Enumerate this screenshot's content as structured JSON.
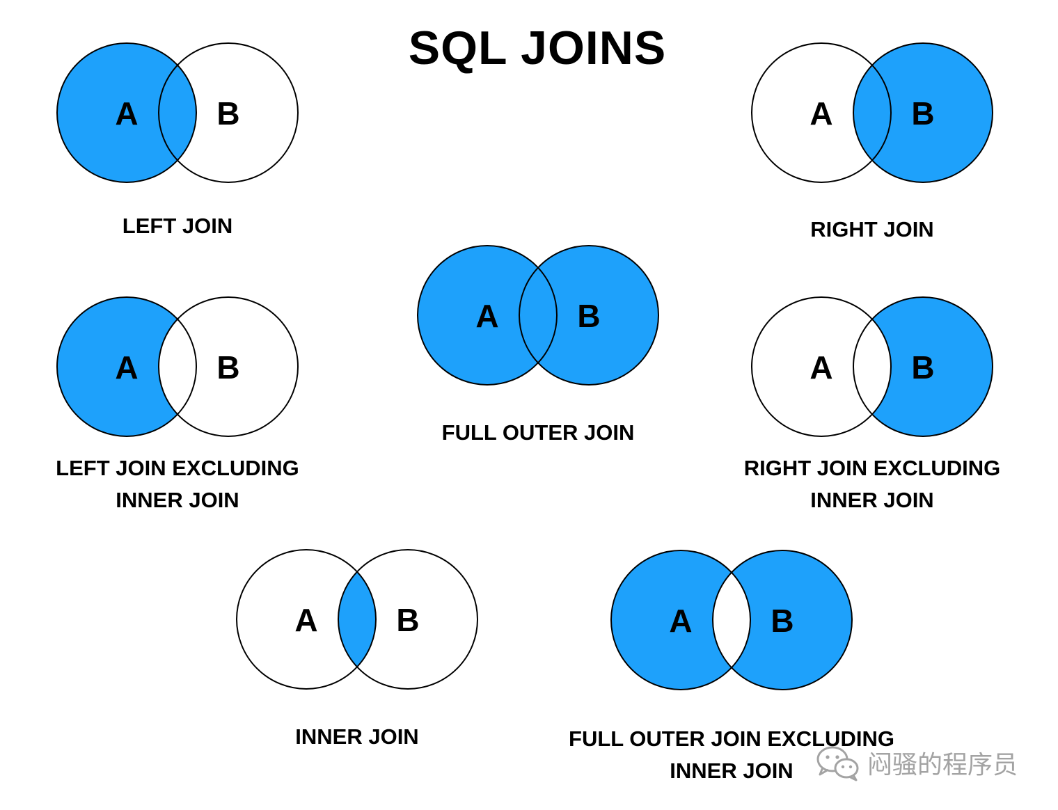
{
  "title": "SQL JOINS",
  "colors": {
    "fill": "#1ea1fb",
    "stroke": "#000000",
    "background": "#ffffff"
  },
  "diagrams": [
    {
      "id": "left-join",
      "fill": {
        "left_only": true,
        "overlap": true,
        "right_only": false
      },
      "label_a": "A",
      "label_b": "B",
      "caption_lines": [
        "LEFT JOIN"
      ]
    },
    {
      "id": "right-join",
      "fill": {
        "left_only": false,
        "overlap": true,
        "right_only": true
      },
      "label_a": "A",
      "label_b": "B",
      "caption_lines": [
        "RIGHT JOIN"
      ]
    },
    {
      "id": "full-outer-join",
      "fill": {
        "left_only": true,
        "overlap": true,
        "right_only": true
      },
      "label_a": "A",
      "label_b": "B",
      "caption_lines": [
        "FULL OUTER JOIN"
      ]
    },
    {
      "id": "left-join-excluding",
      "fill": {
        "left_only": true,
        "overlap": false,
        "right_only": false
      },
      "label_a": "A",
      "label_b": "B",
      "caption_lines": [
        "LEFT JOIN EXCLUDING",
        "INNER JOIN"
      ]
    },
    {
      "id": "right-join-excluding",
      "fill": {
        "left_only": false,
        "overlap": false,
        "right_only": true
      },
      "label_a": "A",
      "label_b": "B",
      "caption_lines": [
        "RIGHT JOIN EXCLUDING",
        "INNER JOIN"
      ]
    },
    {
      "id": "inner-join",
      "fill": {
        "left_only": false,
        "overlap": true,
        "right_only": false
      },
      "label_a": "A",
      "label_b": "B",
      "caption_lines": [
        "INNER JOIN"
      ]
    },
    {
      "id": "full-outer-join-excluding",
      "fill": {
        "left_only": true,
        "overlap": false,
        "right_only": true
      },
      "label_a": "A",
      "label_b": "B",
      "caption_lines": [
        "FULL OUTER JOIN EXCLUDING",
        "INNER JOIN"
      ]
    }
  ],
  "watermark": {
    "text": "闷骚的程序员",
    "icon": "wechat-icon"
  }
}
